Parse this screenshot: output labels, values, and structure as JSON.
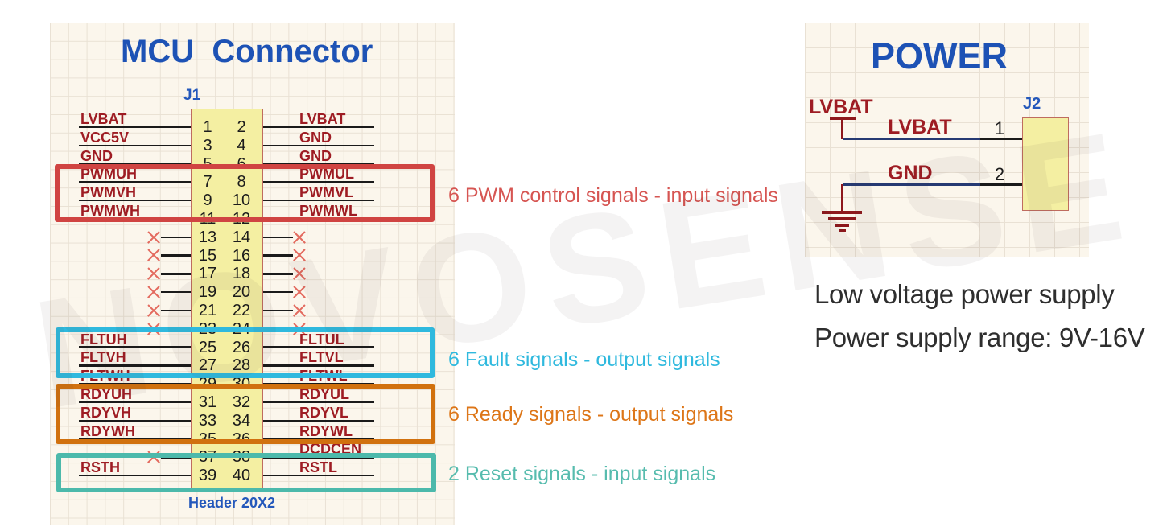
{
  "mcu_connector": {
    "title": "MCU  Connector",
    "designator": "J1",
    "footprint": "Header 20X2",
    "pin_rows": [
      {
        "left_pin": "1",
        "right_pin": "2",
        "left_net": "LVBAT",
        "right_net": "LVBAT"
      },
      {
        "left_pin": "3",
        "right_pin": "4",
        "left_net": "VCC5V",
        "right_net": "GND"
      },
      {
        "left_pin": "5",
        "right_pin": "6",
        "left_net": "GND",
        "right_net": "GND"
      },
      {
        "left_pin": "7",
        "right_pin": "8",
        "left_net": "PWMUH",
        "right_net": "PWMUL"
      },
      {
        "left_pin": "9",
        "right_pin": "10",
        "left_net": "PWMVH",
        "right_net": "PWMVL"
      },
      {
        "left_pin": "11",
        "right_pin": "12",
        "left_net": "PWMWH",
        "right_net": "PWMWL"
      },
      {
        "left_pin": "13",
        "right_pin": "14",
        "left_nc": true,
        "right_nc": true
      },
      {
        "left_pin": "15",
        "right_pin": "16",
        "left_nc": true,
        "right_nc": true
      },
      {
        "left_pin": "17",
        "right_pin": "18",
        "left_nc": true,
        "right_nc": true
      },
      {
        "left_pin": "19",
        "right_pin": "20",
        "left_nc": true,
        "right_nc": true
      },
      {
        "left_pin": "21",
        "right_pin": "22",
        "left_nc": true,
        "right_nc": true
      },
      {
        "left_pin": "23",
        "right_pin": "24",
        "left_nc": true,
        "right_nc": true
      },
      {
        "left_pin": "25",
        "right_pin": "26",
        "left_net": "FLTUH",
        "right_net": "FLTUL"
      },
      {
        "left_pin": "27",
        "right_pin": "28",
        "left_net": "FLTVH",
        "right_net": "FLTVL"
      },
      {
        "left_pin": "29",
        "right_pin": "30",
        "left_net": "FLTWH",
        "right_net": "FLTWL"
      },
      {
        "left_pin": "31",
        "right_pin": "32",
        "left_net": "RDYUH",
        "right_net": "RDYUL"
      },
      {
        "left_pin": "33",
        "right_pin": "34",
        "left_net": "RDYVH",
        "right_net": "RDYVL"
      },
      {
        "left_pin": "35",
        "right_pin": "36",
        "left_net": "RDYWH",
        "right_net": "RDYWL"
      },
      {
        "left_pin": "37",
        "right_pin": "38",
        "left_nc": true,
        "right_net": "DCDCEN"
      },
      {
        "left_pin": "39",
        "right_pin": "40",
        "left_net": "RSTH",
        "right_net": "RSTL"
      }
    ]
  },
  "annotations": [
    {
      "id": "pwm",
      "text": "6 PWM control signals - input signals",
      "color": "#d65552"
    },
    {
      "id": "fault",
      "text": "6 Fault signals - output signals",
      "color": "#2fb9de"
    },
    {
      "id": "ready",
      "text": "6 Ready signals - output signals",
      "color": "#dd7618"
    },
    {
      "id": "reset",
      "text": "2 Reset signals - input signals",
      "color": "#57bcae"
    }
  ],
  "highlight_boxes": [
    {
      "id": "pwm",
      "color": "#d04442"
    },
    {
      "id": "fault",
      "color": "#2fb9de"
    },
    {
      "id": "ready",
      "color": "#d1710e"
    },
    {
      "id": "reset",
      "color": "#4cb9ab"
    }
  ],
  "power": {
    "title": "POWER",
    "designator": "J2",
    "power_port": "LVBAT",
    "pins": [
      {
        "number": "1",
        "net": "LVBAT"
      },
      {
        "number": "2",
        "net": "GND"
      }
    ],
    "notes": [
      "Low voltage power supply",
      "Power supply range: 9V-16V"
    ]
  },
  "watermark": "NOVOSENSE",
  "colors": {
    "sheet_bg": "#fbf6ec",
    "grid_line": "#e9e1d4",
    "title_blue": "#1d52b5",
    "designator_blue": "#2458bb",
    "net_label_red": "#9e1c23",
    "wire_black": "#1a1a1a",
    "power_wire_navy": "#263a73",
    "symbol_dark_red": "#8e181c",
    "connector_fill": "#f4efa2",
    "connector_border": "#bf6c5f",
    "pin_number_color": "#1c1c1c",
    "nc_red": "#e36a5e",
    "note_text": "#2e2e2e",
    "watermark_color": "rgba(60,55,50,0.06)"
  }
}
